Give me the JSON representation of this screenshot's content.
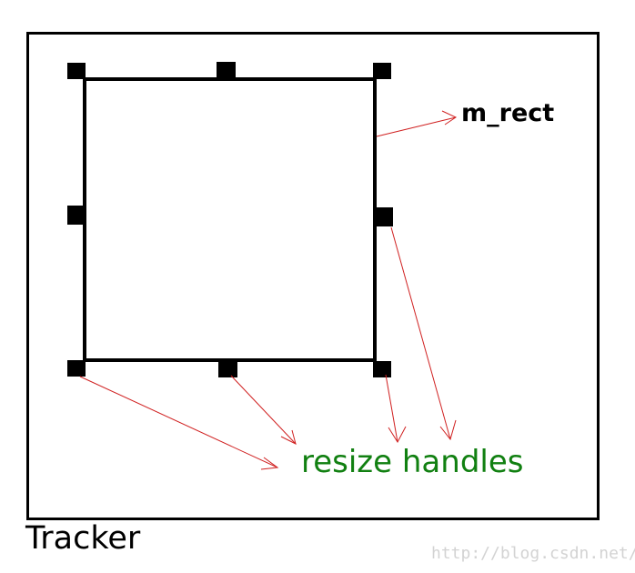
{
  "diagram": {
    "frame_label": "Tracker",
    "rect_label": "m_rect",
    "handles_label": "resize handles",
    "watermark": "http://blog.csdn.net/"
  },
  "colors": {
    "frame": "#000000",
    "rect": "#000000",
    "handle": "#000000",
    "arrow": "#d02020",
    "handles_label": "#118011",
    "watermark": "#d3d3d3"
  },
  "icons": {
    "handle": "resize-handle-square",
    "pointer": "open-arrowhead"
  }
}
